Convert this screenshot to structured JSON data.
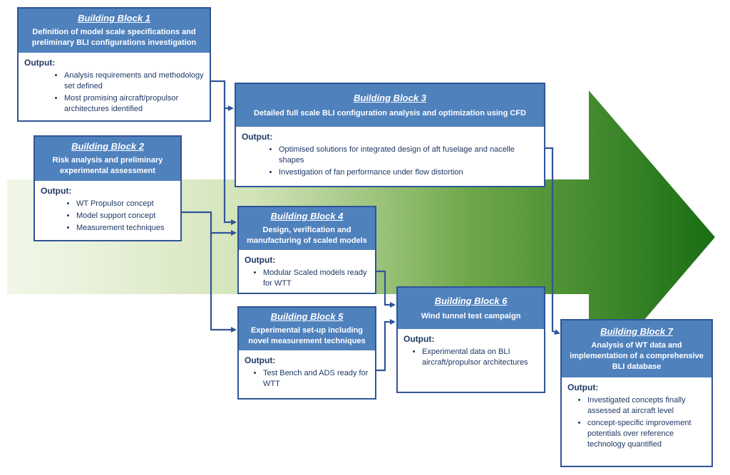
{
  "colors": {
    "header_fill": "#4f81bd",
    "border": "#2f5597",
    "text": "#1f3864",
    "connector": "#2f5597",
    "arrow_dark": "#1a6e14",
    "arrow_light": "#e6f0d4"
  },
  "blocks": [
    {
      "title": "Building Block 1",
      "subtitle": "Definition of model scale specifications and preliminary BLI configurations investigation",
      "output_label": "Output:",
      "items": [
        "Analysis requirements and methodology set defined",
        "Most promising aircraft/propulsor architectures identified"
      ]
    },
    {
      "title": "Building Block 2",
      "subtitle": "Risk analysis and preliminary experimental assessment",
      "output_label": "Output:",
      "items": [
        "WT Propulsor concept",
        "Model support concept",
        "Measurement techniques"
      ]
    },
    {
      "title": "Building Block 3",
      "subtitle": "Detailed full scale BLI configuration analysis and optimization using CFD",
      "output_label": "Output:",
      "items": [
        "Optimised solutions for integrated design of aft fuselage and nacelle shapes",
        "Investigation of fan performance under flow distortion"
      ]
    },
    {
      "title": "Building Block 4",
      "subtitle": "Design, verification and manufacturing of scaled models",
      "output_label": "Output:",
      "items": [
        "Modular Scaled models ready for WTT"
      ]
    },
    {
      "title": "Building Block 5",
      "subtitle": "Experimental set-up including novel measurement techniques",
      "output_label": "Output:",
      "items": [
        "Test Bench and ADS ready for WTT"
      ]
    },
    {
      "title": "Building Block 6",
      "subtitle": "Wind tunnel test campaign",
      "output_label": "Output:",
      "items": [
        "Experimental data on BLI aircraft/propulsor architectures"
      ]
    },
    {
      "title": "Building Block 7",
      "subtitle": "Analysis of WT data and implementation of a comprehensive BLI database",
      "output_label": "Output:",
      "items": [
        "Investigated concepts finally assessed at aircraft level",
        "concept-specific improvement potentials over reference technology quantified"
      ]
    }
  ]
}
